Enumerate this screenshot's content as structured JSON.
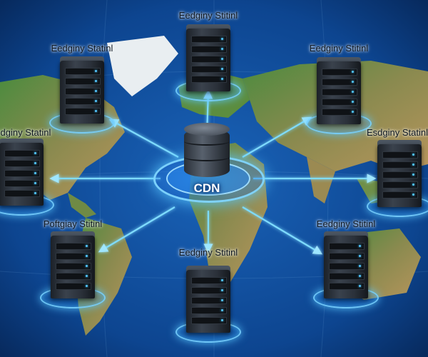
{
  "hub": {
    "label": "CDN"
  },
  "stations": [
    {
      "id": "top-center",
      "label": "Eedginy Stitinl"
    },
    {
      "id": "top-left",
      "label": "Eedginy Statinl"
    },
    {
      "id": "top-right",
      "label": "Eedginy Stitinl"
    },
    {
      "id": "mid-left",
      "label": "Eedginy Statinl"
    },
    {
      "id": "mid-right",
      "label": "Esdginy Statinl"
    },
    {
      "id": "bottom-left",
      "label": "Poftgiay Stitinl"
    },
    {
      "id": "bottom-center",
      "label": "Eedginy Stitinl"
    },
    {
      "id": "bottom-right",
      "label": "Eedginy Stitinl"
    }
  ],
  "colors": {
    "ocean": "#0e4a96",
    "land_green": "#3f7f3a",
    "land_sand": "#b59a62",
    "ice": "#e8eef2",
    "link": "#7fdcff"
  }
}
